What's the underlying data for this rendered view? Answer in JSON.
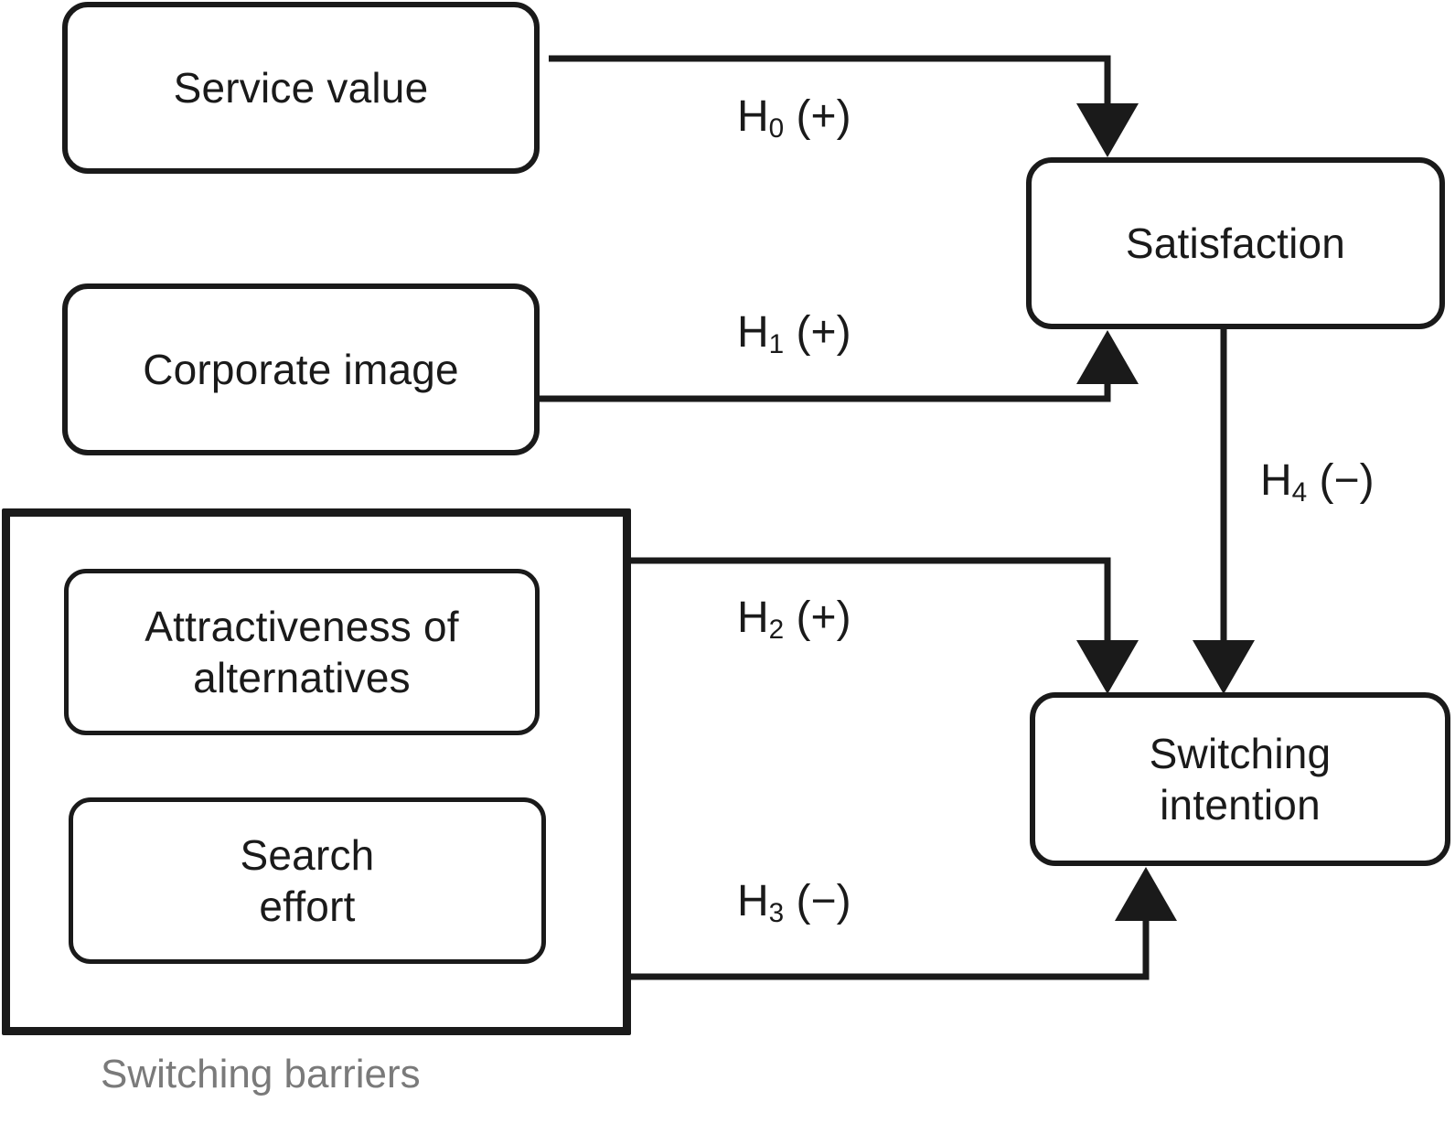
{
  "diagram": {
    "type": "conceptual-model-path-diagram",
    "title": "",
    "nodes": [
      {
        "id": "service-value",
        "label": "Service value"
      },
      {
        "id": "corporate-image",
        "label": "Corporate image"
      },
      {
        "id": "attractiveness-of-alternatives",
        "label": "Attractiveness of alternatives"
      },
      {
        "id": "search-effort",
        "label": "Search effort"
      },
      {
        "id": "satisfaction",
        "label": "Satisfaction"
      },
      {
        "id": "switching-intention",
        "label": "Switching intention"
      }
    ],
    "group": {
      "id": "switching-barriers",
      "caption": "Switching barriers",
      "caption_color": "#7a7a7a",
      "members": [
        "attractiveness-of-alternatives",
        "search-effort"
      ]
    },
    "edges": [
      {
        "id": "h0",
        "hypothesis": "H",
        "subscript": "0",
        "sign": "(+)",
        "label": "H0 (+)",
        "from": "service-value",
        "to": "satisfaction"
      },
      {
        "id": "h1",
        "hypothesis": "H",
        "subscript": "1",
        "sign": "(+)",
        "label": "H1 (+)",
        "from": "corporate-image",
        "to": "satisfaction"
      },
      {
        "id": "h2",
        "hypothesis": "H",
        "subscript": "2",
        "sign": "(+)",
        "label": "H2 (+)",
        "from": "switching-barriers",
        "to": "switching-intention"
      },
      {
        "id": "h3",
        "hypothesis": "H",
        "subscript": "3",
        "sign": "(−)",
        "label": "H3 (−)",
        "from": "switching-barriers",
        "to": "switching-intention"
      },
      {
        "id": "h4",
        "hypothesis": "H",
        "subscript": "4",
        "sign": "(−)",
        "label": "H4 (−)",
        "from": "satisfaction",
        "to": "switching-intention"
      }
    ],
    "colors": {
      "stroke": "#1a1a1a",
      "background": "#ffffff",
      "caption": "#7a7a7a"
    }
  },
  "labels": {
    "service_value": "Service value",
    "corporate_image": "Corporate image",
    "attractiveness_line1": "Attractiveness of",
    "attractiveness_line2": "alternatives",
    "search_line1": "Search",
    "search_line2": "effort",
    "satisfaction": "Satisfaction",
    "switching_line1": "Switching",
    "switching_line2": "intention",
    "switching_barriers": "Switching barriers"
  },
  "edge_labels": {
    "h0_h": "H",
    "h0_sub": "0",
    "h0_sign": " (+)",
    "h1_h": "H",
    "h1_sub": "1",
    "h1_sign": " (+)",
    "h2_h": "H",
    "h2_sub": "2",
    "h2_sign": " (+)",
    "h3_h": "H",
    "h3_sub": "3",
    "h3_sign": " (−)",
    "h4_h": "H",
    "h4_sub": "4",
    "h4_sign": " (−)"
  }
}
